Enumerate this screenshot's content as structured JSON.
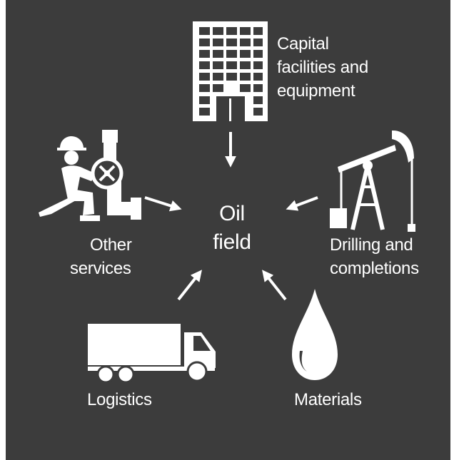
{
  "center": {
    "line1": "Oil",
    "line2": "field"
  },
  "nodes": {
    "capital": {
      "line1": "Capital",
      "line2": "facilities and",
      "line3": "equipment",
      "icon": "office-building-icon"
    },
    "drilling": {
      "line1": "Drilling and",
      "line2": "completions",
      "icon": "oil-pump-jack-icon"
    },
    "materials": {
      "label": "Materials",
      "icon": "oil-drop-icon"
    },
    "logistics": {
      "label": "Logistics",
      "icon": "delivery-truck-icon"
    },
    "services": {
      "line1": "Other",
      "line2": "services",
      "icon": "worker-valve-icon"
    }
  },
  "colors": {
    "background": "#3c3c3c",
    "foreground": "#ffffff"
  }
}
